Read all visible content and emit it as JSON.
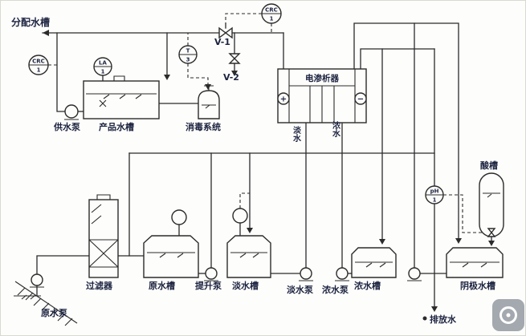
{
  "labels": {
    "distribution_tank": "分配水槽",
    "supply_pump": "供水泵",
    "product_tank": "产品水槽",
    "disinfection_system": "消毒系统",
    "valve_v1": "V-1",
    "valve_v2": "V-2",
    "electrodialyzer": "电渗析器",
    "anode_sign": "+",
    "cathode_sign": "−",
    "dilute_stream": "淡水",
    "concentrate_stream": "浓水",
    "acid_tank": "酸槽",
    "filter": "过滤器",
    "raw_tank": "原水槽",
    "lift_pump": "提升泵",
    "dilute_tank": "淡水槽",
    "dilute_pump": "淡水泵",
    "concentrate_pump": "浓水泵",
    "concentrate_tank": "浓水槽",
    "cathode_tank": "阴极水槽",
    "raw_pump": "原水泵",
    "discharge_water": "排放水"
  },
  "instruments": {
    "crc_supply": {
      "line1": "CRC",
      "line2": "1"
    },
    "level_alarm": {
      "line1": "LA",
      "line2": "1"
    },
    "temp_t3": {
      "line1": "T",
      "line2": "3"
    },
    "crc_product": {
      "line1": "CRC",
      "line2": "1"
    },
    "ph_meter": {
      "line1": "pH",
      "line2": "1"
    }
  },
  "colors": {
    "line": "#2b2b2b",
    "label": "#1c2340",
    "background": "#fdfdfb",
    "watermark": "#9aa1a7"
  }
}
